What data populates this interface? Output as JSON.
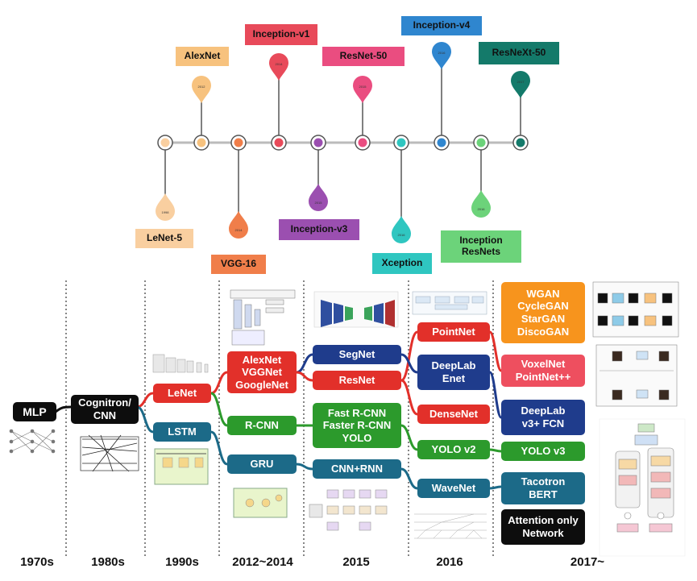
{
  "colors": {
    "lenet": "#f9cfa0",
    "alexnet": "#f7c27e",
    "vgg": "#f07e4a",
    "inception_v1": "#e84a5a",
    "inception_v3": "#9b4fb0",
    "resnet50": "#ea4d80",
    "xception": "#2fc6c0",
    "inception_v4": "#2f86cf",
    "inception_resnets": "#6cd37a",
    "resnext": "#147a6a",
    "black": "#0d0d0d",
    "red": "#e2302a",
    "teal": "#1c6a88",
    "green": "#2c9a2c",
    "navy": "#1f3c8c",
    "orange": "#f7941d",
    "pink": "#ee4f5f"
  },
  "timeline": {
    "models": [
      {
        "name": "LeNet-5",
        "year": "1998"
      },
      {
        "name": "AlexNet",
        "year": "2012"
      },
      {
        "name": "VGG-16",
        "year": "2014"
      },
      {
        "name": "Inception-v1",
        "year": "2014"
      },
      {
        "name": "Inception-v3",
        "year": "2015"
      },
      {
        "name": "ResNet-50",
        "year": "2015"
      },
      {
        "name": "Xception",
        "year": "2016"
      },
      {
        "name": "Inception-v4",
        "year": "2016"
      },
      {
        "name": "Inception ResNets",
        "year": "2016"
      },
      {
        "name": "ResNeXt-50",
        "year": "2017"
      }
    ]
  },
  "eras": [
    "1970s",
    "1980s",
    "1990s",
    "2012~2014",
    "2015",
    "2016",
    "2017~"
  ],
  "nodes": {
    "mlp": "MLP",
    "cognitron": "Cognitron/ CNN",
    "lenet": "LeNet",
    "lstm": "LSTM",
    "alexnet_group": "AlexNet VGGNet GoogleNet",
    "rcnn": "R-CNN",
    "gru": "GRU",
    "segnet": "SegNet",
    "resnet": "ResNet",
    "frcnn_group": "Fast R-CNN Faster R-CNN YOLO",
    "cnn_rnn": "CNN+RNN",
    "pointnet": "PointNet",
    "deeplab_enet": "DeepLab Enet",
    "densenet": "DenseNet",
    "yolov2": "YOLO v2",
    "wavenet": "WaveNet",
    "gan_group": "WGAN CycleGAN StarGAN DiscoGAN",
    "voxelnet": "VoxelNet PointNet++",
    "deeplabv3": "DeepLab v3+ FCN",
    "yolov3": "YOLO v3",
    "tacotron": "Tacotron BERT",
    "attention": "Attention only Network"
  }
}
